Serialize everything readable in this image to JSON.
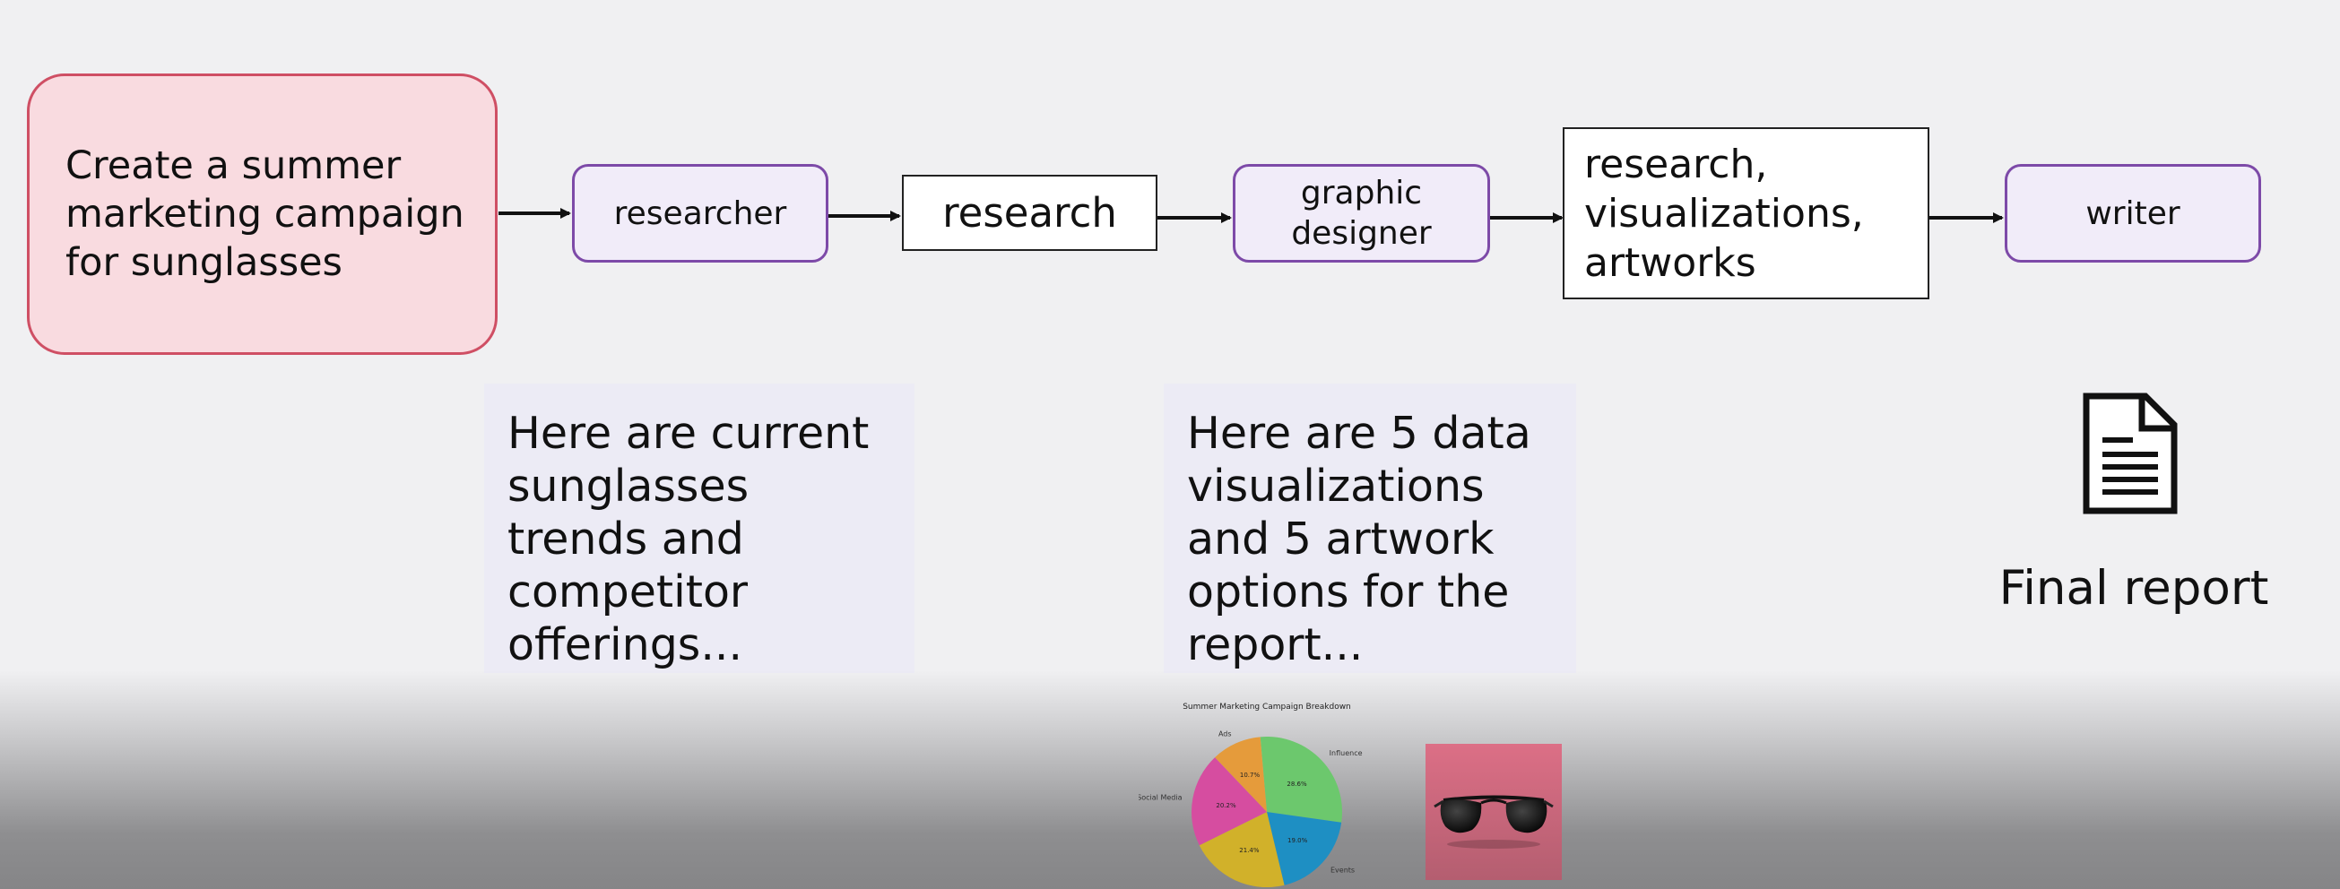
{
  "flow": {
    "task": "Create a summer marketing campaign for sunglasses",
    "researcher": "researcher",
    "research": "research",
    "graphic_designer": "graphic designer",
    "outputs": "research, visualizations, artworks",
    "writer": "writer"
  },
  "notes": {
    "researcher_output": "Here are current sunglasses trends and competitor offerings...",
    "designer_output": "Here are 5 data visualizations and 5 artwork options for the report..."
  },
  "final": {
    "label": "Final report",
    "icon": "document-icon"
  },
  "chart_data": {
    "type": "pie",
    "title": "Summer Marketing Campaign Breakdown",
    "categories": [
      "Influencers",
      "Events",
      "",
      "Social Media",
      "Ads"
    ],
    "values": [
      28.6,
      19.0,
      21.4,
      20.2,
      10.7
    ],
    "value_labels": [
      "28.6%",
      "19.0%",
      "21.4%",
      "20.2%",
      "10.7%"
    ],
    "colors": [
      "#6cc86d",
      "#1e8fc3",
      "#d1b12a",
      "#d64da0",
      "#e59b3b"
    ]
  },
  "colors": {
    "task_fill": "#f9dbe0",
    "task_border": "#cf4f64",
    "agent_fill": "#f1ecf9",
    "agent_border": "#7d4aa8",
    "note_fill": "#ecebf5",
    "thumbnail_bg": "#d96f84"
  }
}
